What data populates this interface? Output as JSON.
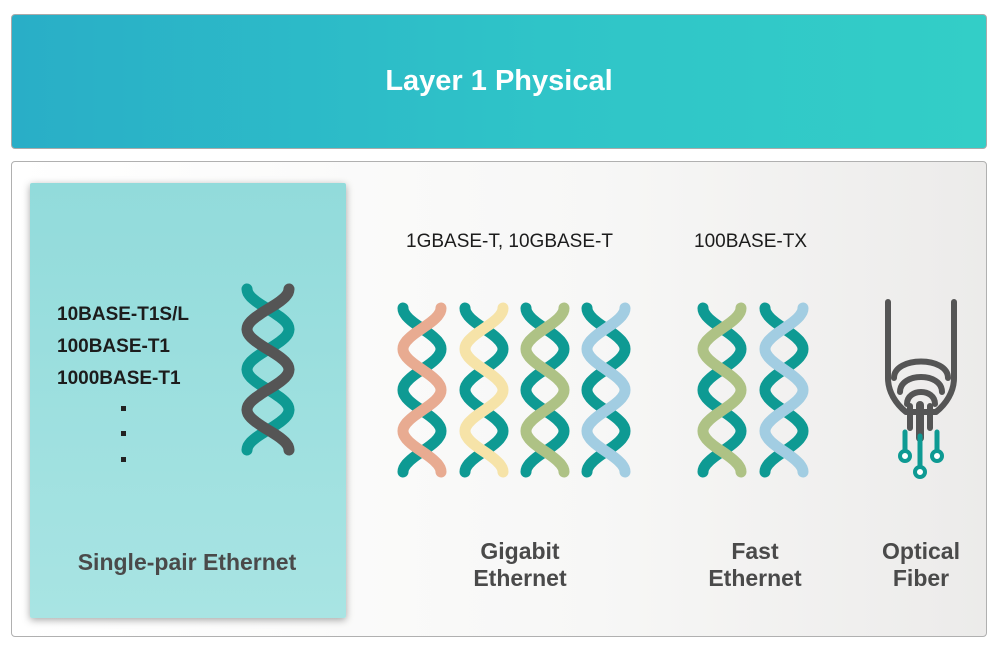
{
  "header": {
    "title": "Layer 1 Physical"
  },
  "single_pair": {
    "standards": [
      "10BASE-T1S/L",
      "100BASE-T1",
      "1000BASE-T1"
    ],
    "label": "Single-pair Ethernet"
  },
  "gigabit": {
    "standards": "1GBASE-T, 10GBASE-T",
    "label_line1": "Gigabit",
    "label_line2": "Ethernet"
  },
  "fast": {
    "standards": "100BASE-TX",
    "label_line1": "Fast",
    "label_line2": "Ethernet"
  },
  "optical": {
    "label_line1": "Optical",
    "label_line2": "Fiber"
  },
  "colors": {
    "teal": "#0e9a93",
    "dark_gray": "#555555",
    "salmon": "#e8ab91",
    "cream": "#f6e3a8",
    "olive": "#aec285",
    "light_blue": "#a2cde2"
  }
}
